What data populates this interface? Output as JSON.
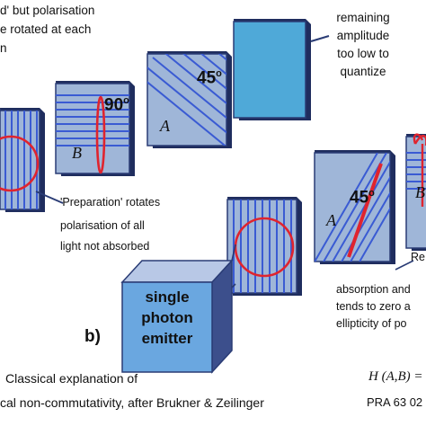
{
  "top_text": {
    "line1": "d' but polarisation",
    "line2": "e rotated at each",
    "line3": "n"
  },
  "remaining_text": {
    "line1": "remaining",
    "line2": "amplitude",
    "line3": "too low to",
    "line4": "quantize"
  },
  "angle_labels": {
    "top_90": "90",
    "top_45": "45",
    "bottom_45": "45",
    "degree": "o"
  },
  "letter_labels": {
    "top_b": "B",
    "top_a": "A",
    "bottom_a": "A",
    "bottom_b_partial": "B"
  },
  "preparation_text": {
    "line1": "'Preparation' rotates",
    "line2": "polarisation of all",
    "line3": "light not absorbed"
  },
  "emitter_text": {
    "line1": "single",
    "line2": "photon",
    "line3": "emitter"
  },
  "panel_b_label": "b)",
  "right_partial_text": {
    "re": "Re",
    "line1": "absorption and",
    "line2": "tends to zero a",
    "line3": "ellipticity of po"
  },
  "caption": {
    "line1": "Classical explanation of",
    "line2": "cal non-commutativity, after Brukner & Zeilinger"
  },
  "formula_text": "H (A,B) =",
  "reference_text": "PRA 63 02",
  "colors": {
    "face": "#9fb6d8",
    "edge": "#2a3c75",
    "side": "#1f2d5e",
    "grating_line": "#3a5bd3",
    "circle": "#e0242e",
    "teal_panel": "#4fa9d8",
    "emitter_face": "#6aa7e0"
  }
}
